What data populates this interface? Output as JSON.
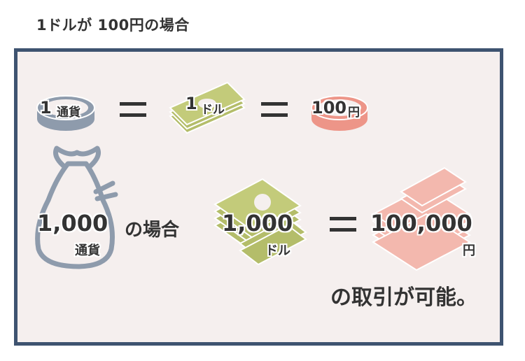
{
  "heading": "1ドルが 100円の場合",
  "row1": {
    "coin_number": "1",
    "coin_unit": "通貨",
    "dollar_number": "1",
    "dollar_unit": "ドル",
    "yen_text": "100",
    "yen_unit": "円"
  },
  "row2": {
    "currency_amount": "1,000",
    "currency_unit": "通貨",
    "connector": "の場合",
    "dollar_amount": "1,000",
    "dollar_unit": "ドル",
    "yen_amount": "100,000",
    "yen_unit": "円"
  },
  "conclusion": "の取引が可能。",
  "colors": {
    "frame": "#3e5370",
    "panel_bg": "#f5efee",
    "coin_gray": "#8e9bac",
    "money_green": "#b4bd6a",
    "yen_pink": "#ed9588",
    "text": "#333333"
  }
}
